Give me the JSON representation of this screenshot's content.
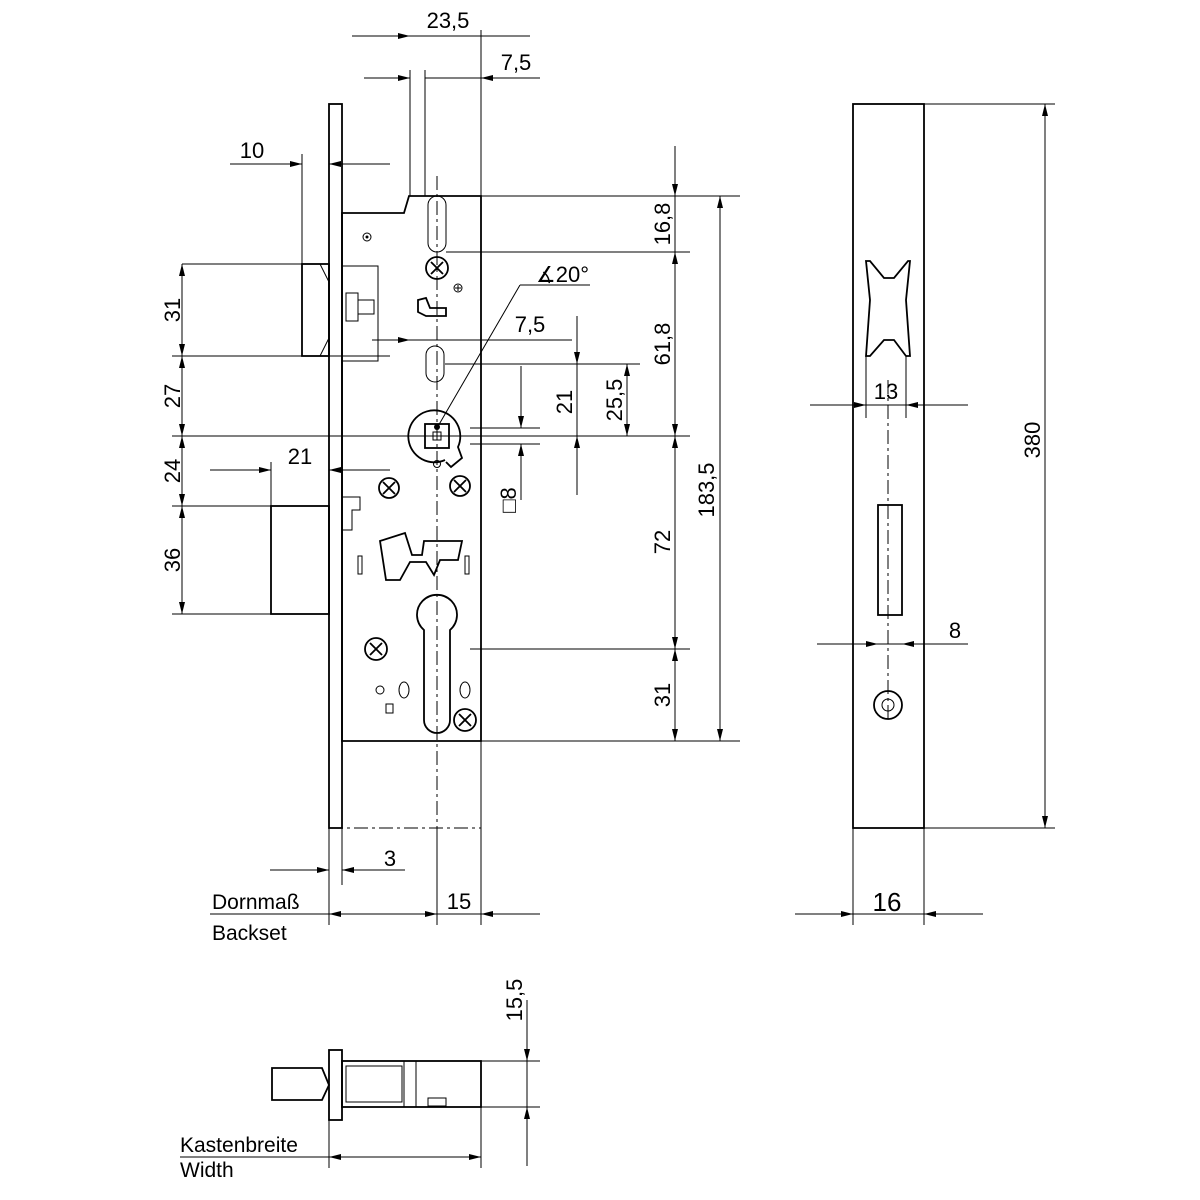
{
  "dimensions": {
    "d23_5": "23,5",
    "d7_5_top": "7,5",
    "d10": "10",
    "d16_8": "16,8",
    "angle": "20°",
    "d7_5_mid": "7,5",
    "d61_8": "61,8",
    "d31_left": "31",
    "d27": "27",
    "d24": "24",
    "d36": "36",
    "d21_left": "21",
    "d21_mid": "21",
    "d25_5": "25,5",
    "d_square8": "8",
    "d183_5": "183,5",
    "d72": "72",
    "d31_right": "31",
    "d3": "3",
    "d15": "15",
    "d13": "13",
    "d8_side": "8",
    "d380": "380",
    "d16": "16",
    "d15_5": "15,5"
  },
  "labels": {
    "backset_de": "Dornmaß",
    "backset_en": "Backset",
    "width_de": "Kastenbreite",
    "width_en": "Width"
  }
}
